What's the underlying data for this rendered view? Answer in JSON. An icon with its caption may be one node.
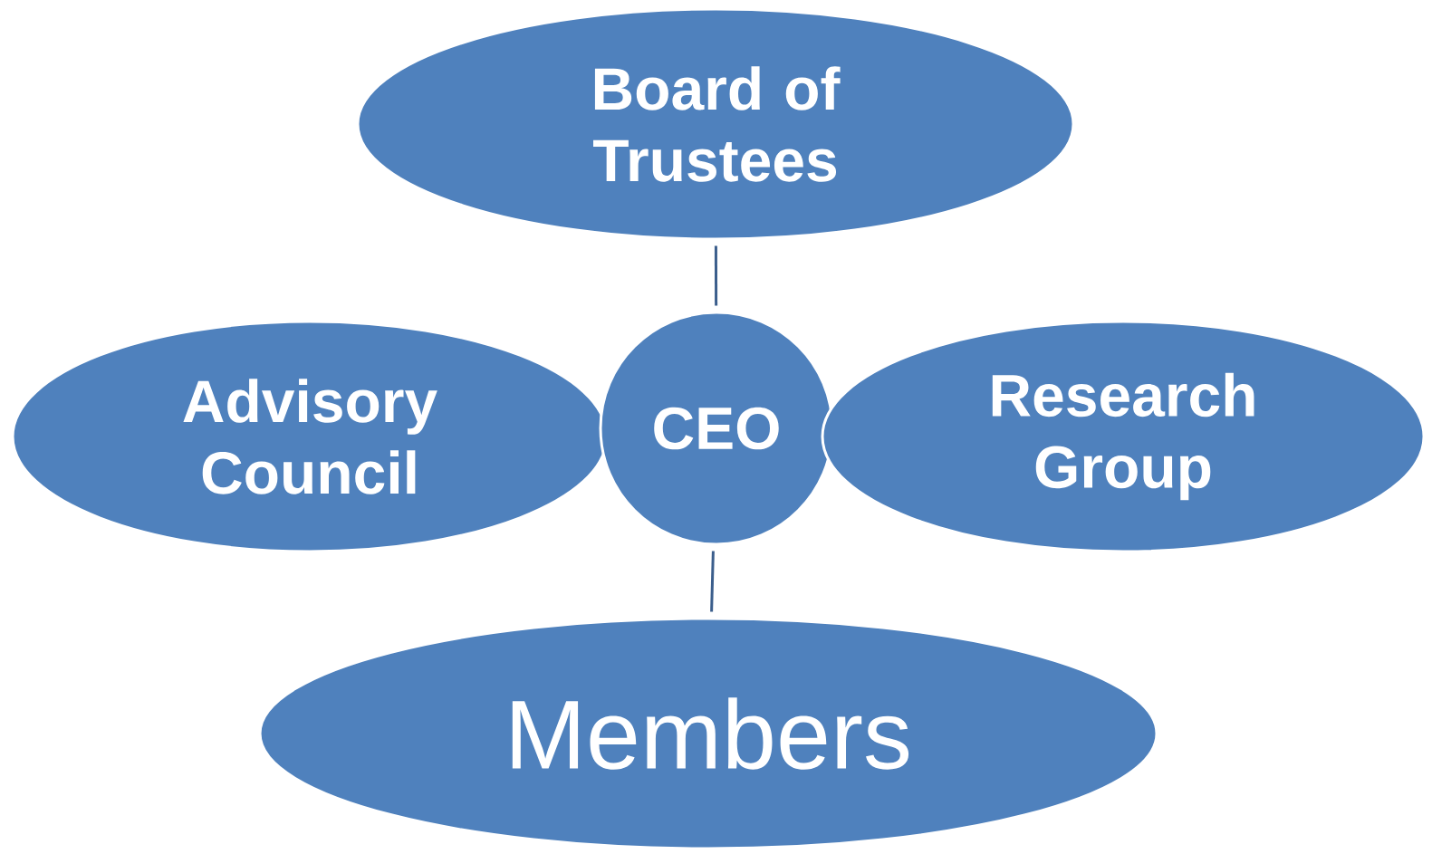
{
  "diagram": {
    "nodes": [
      {
        "text": [
          "Board of Trustees"
        ]
      },
      {
        "text": [
          "Advisory Council"
        ]
      },
      {
        "text": [
          "CEO"
        ]
      },
      {
        "text": [
          "Research Group"
        ]
      },
      {
        "text": [
          "Members"
        ]
      }
    ],
    "edges": [
      {
        "from": 0,
        "to": 2,
        "arrow": "none"
      },
      {
        "from": 2,
        "to": 4,
        "arrow": "none"
      }
    ]
  }
}
